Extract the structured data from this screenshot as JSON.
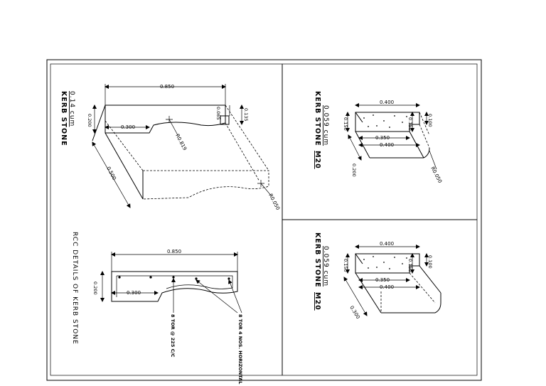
{
  "panel_top_left": {
    "title": "KERB STONE",
    "volume": "0.14 cum",
    "dims": {
      "length": "0.850",
      "height": "0.200",
      "recess": "0.300",
      "top_right_a": "0.065",
      "top_right_b": "0.135",
      "depth": "0.500",
      "radius_main": "R0.819",
      "radius_end": "R0.050"
    }
  },
  "panel_top_right": {
    "title": "KERB STONE",
    "grade": "M20",
    "volume": "0.059 cum",
    "dims": {
      "top_width": "0.400",
      "left_height": "0.150",
      "mid_height": "0.150",
      "right_height": "0.100",
      "inner_width": "0.350",
      "bottom_width": "0.400",
      "depth": "0.200",
      "radius": "R0.050"
    }
  },
  "panel_bottom_left": {
    "title": "RCC DETAILS OF KERB STONE",
    "dims": {
      "length": "0.850",
      "height": "0.200",
      "recess": "0.300"
    },
    "callout_bars": "8 TOR @ 225 C/C",
    "callout_horizontal": "8 TOR 4 NOS. HORIZONTAL"
  },
  "panel_bottom_right": {
    "title": "KERB STONE",
    "grade": "M20",
    "volume": "0.059 cum",
    "dims": {
      "top_width": "0.400",
      "left_height": "0.150",
      "mid_height": "0.150",
      "right_height": "0.100",
      "inner_width": "0.350",
      "bottom_width": "0.400",
      "depth": "0.300"
    }
  }
}
